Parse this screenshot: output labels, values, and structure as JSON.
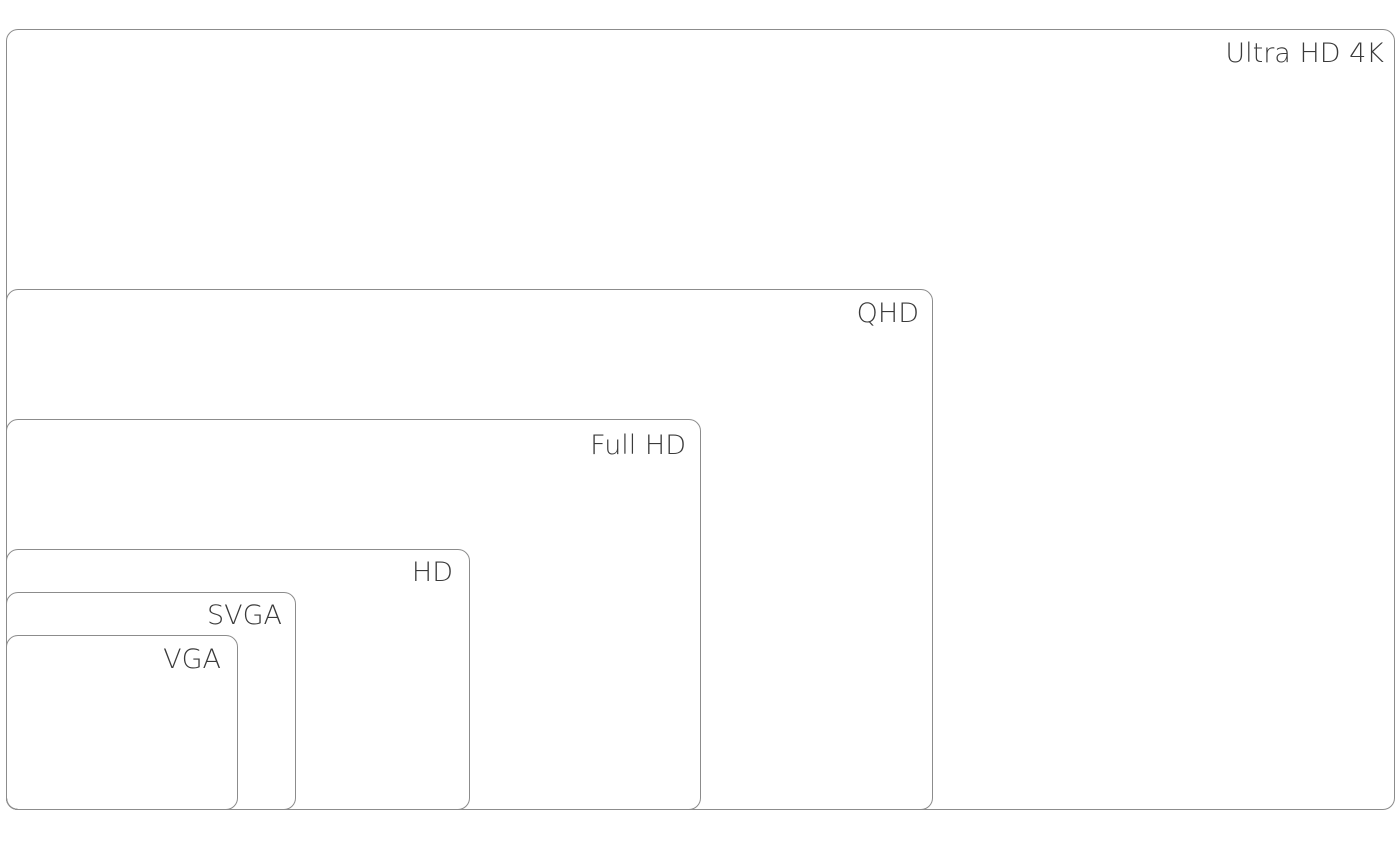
{
  "resolutions": [
    {
      "label": "Ultra HD 4K"
    },
    {
      "label": "QHD"
    },
    {
      "label": "Full HD"
    },
    {
      "label": "HD"
    },
    {
      "label": "SVGA"
    },
    {
      "label": "VGA"
    }
  ],
  "colors": {
    "border": "#8c8c8c",
    "text": "#3a3a3a",
    "background": "#ffffff"
  }
}
